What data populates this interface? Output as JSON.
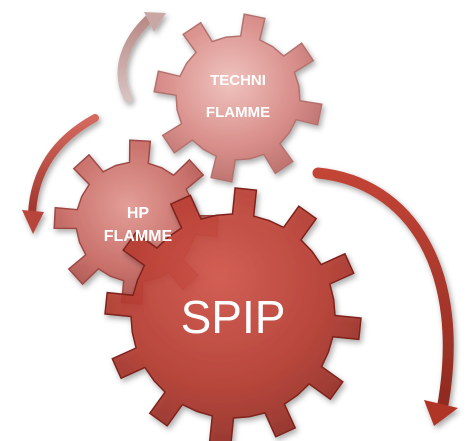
{
  "diagram": {
    "gears": [
      {
        "id": "techni",
        "lines": [
          "TECHNI",
          "FLAMME"
        ],
        "fill": "#d98c88"
      },
      {
        "id": "hp",
        "lines": [
          "HP",
          "FLAMME"
        ],
        "fill": "#c86a64"
      },
      {
        "id": "spip",
        "lines": [
          "SPIP"
        ],
        "fill": "#b53a2f"
      }
    ],
    "arrows": [
      {
        "id": "top-arrow",
        "color": "#c9a7a4"
      },
      {
        "id": "left-arrow",
        "color": "#b8443a"
      },
      {
        "id": "right-arrow",
        "color": "#b03528"
      }
    ]
  }
}
